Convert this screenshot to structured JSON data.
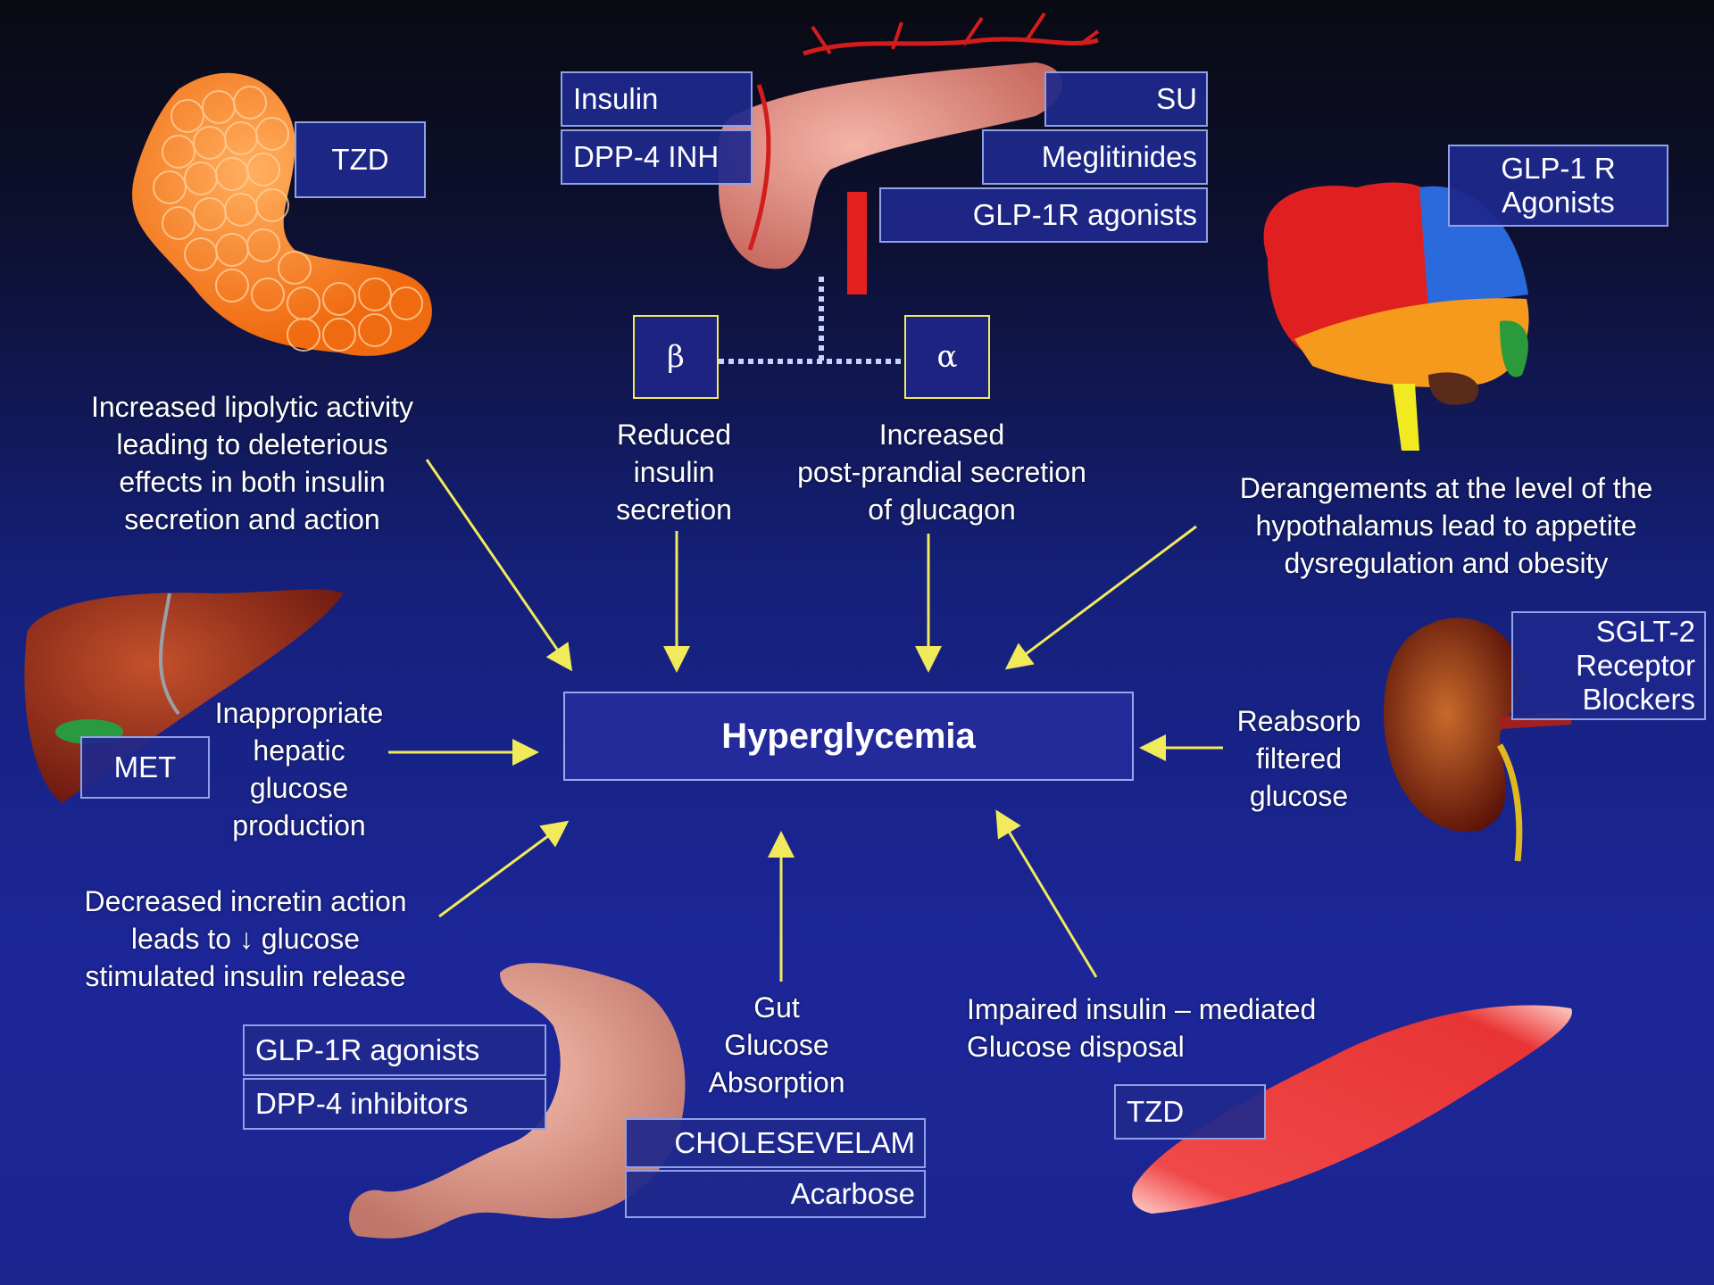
{
  "center": {
    "label": "Hyperglycemia"
  },
  "pancreas": {
    "left_boxes": [
      "Insulin",
      "DPP-4 INH"
    ],
    "right_boxes": [
      "SU",
      "Meglitinides",
      "GLP-1R agonists"
    ],
    "beta": "β",
    "alpha": "α",
    "beta_text": "Reduced\ninsulin\nsecretion",
    "alpha_text": "Increased\npost-prandial secretion\nof glucagon"
  },
  "adipose": {
    "drug": "TZD",
    "text": "Increased lipolytic activity\nleading to deleterious\neffects in both insulin\nsecretion and action"
  },
  "brain": {
    "drug": "GLP-1 R\nAgonists",
    "text": "Derangements at the level of the\nhypothalamus lead to appetite\ndysregulation and obesity"
  },
  "liver": {
    "drug": "MET",
    "text": "Inappropriate\nhepatic\nglucose\nproduction"
  },
  "kidney": {
    "drug": "SGLT-2\nReceptor\nBlockers",
    "text": "Reabsorb\nfiltered\nglucose"
  },
  "incretin": {
    "text": "Decreased incretin action\nleads to ↓ glucose\nstimulated insulin release"
  },
  "stomach": {
    "boxes_left": [
      "GLP-1R agonists",
      "DPP-4 inhibitors"
    ],
    "boxes_right": [
      "CHOLESEVELAM",
      "Acarbose"
    ],
    "text": "Gut\nGlucose\nAbsorption"
  },
  "muscle": {
    "drug": "TZD",
    "text": "Impaired insulin – mediated\nGlucose disposal"
  },
  "colors": {
    "arrow": "#f1ea5a",
    "box_border": "#8fa2e6",
    "box_fill": "#1e288c"
  }
}
